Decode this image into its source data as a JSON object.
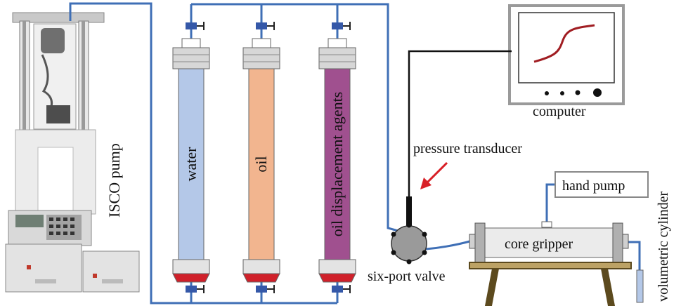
{
  "labels": {
    "isco_pump": "ISCO pump",
    "water": "water",
    "oil": "oil",
    "oil_displacement_agents": "oil displacement agents",
    "computer": "computer",
    "pressure_transducer": "pressure transducer",
    "hand_pump": "hand pump",
    "core_gripper": "core gripper",
    "six_port_valve": "six-port valve",
    "volumetric_cylinder": "volumetric cylinder"
  },
  "colors": {
    "pipe": "#3f6fb6",
    "valve": "#3558a8",
    "water_fill": "#b4c8e8",
    "oil_fill": "#f2b58f",
    "agent_fill": "#a0508f",
    "cap_gray": "#d7d7d7",
    "base_red": "#d0202a",
    "curve": "#a01d22",
    "arrow": "#d81f26",
    "table_brown": "#5c4a1e",
    "table_top": "#bca265"
  }
}
